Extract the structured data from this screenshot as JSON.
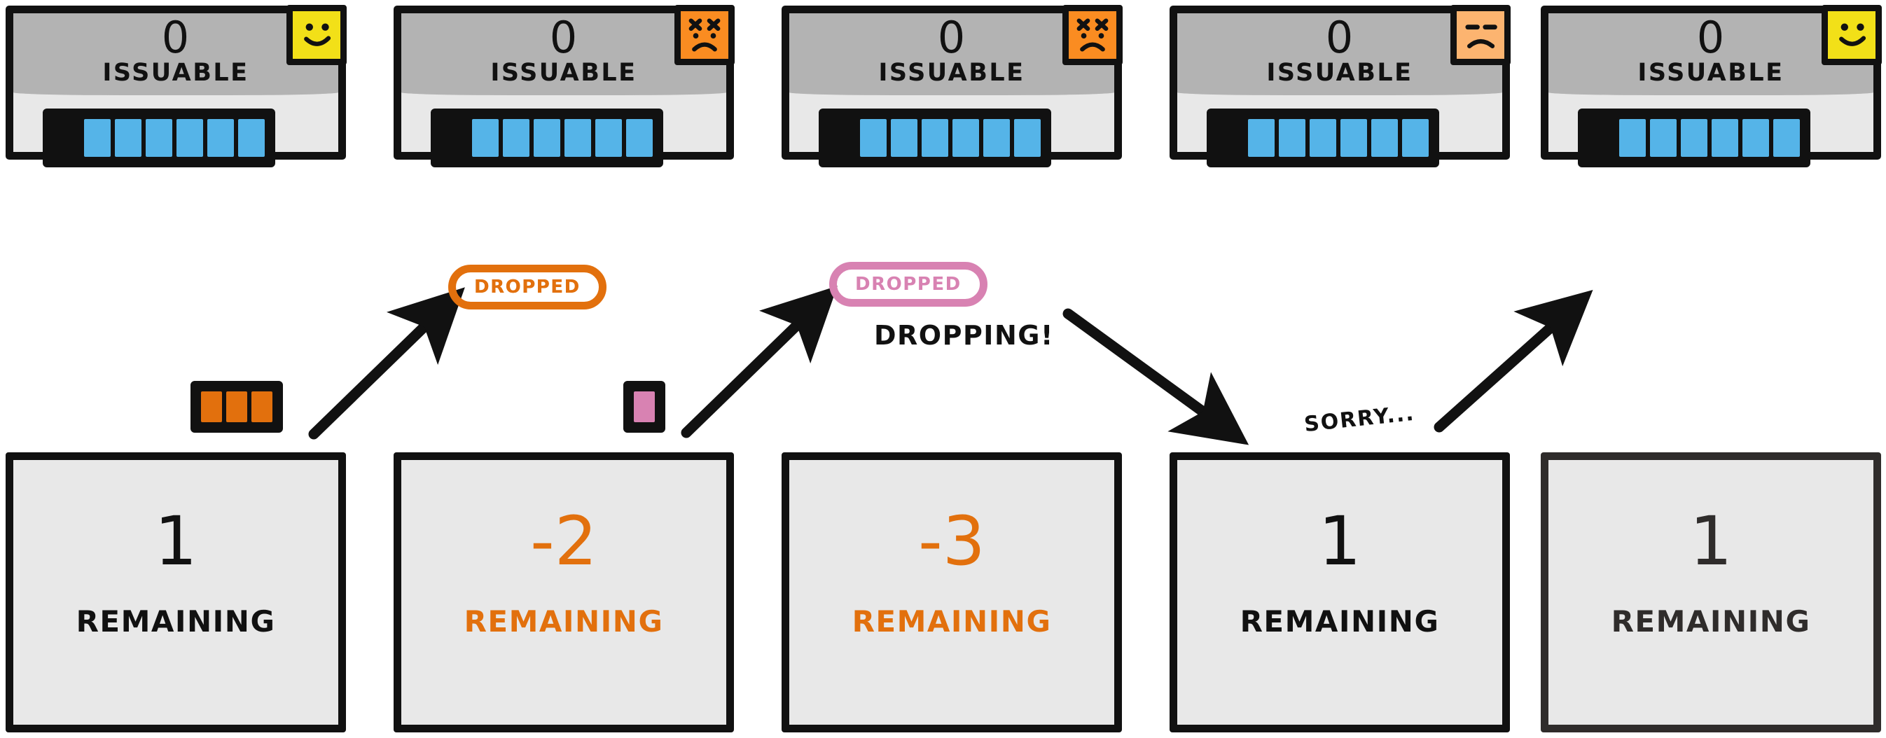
{
  "diagram": {
    "title": "Issuable / Remaining token dropping sequence",
    "colors": {
      "blue_token": "#55b4e8",
      "orange": "#e2700d",
      "pink": "#d882b2",
      "happy_badge": "#f2e018",
      "angry_badge": "#fa8c21",
      "neutral_badge": "#fcb470",
      "card_body": "#e8e8e8",
      "card_header": "#b3b3b3",
      "ink": "#111111"
    }
  },
  "top_cards": [
    {
      "count": "0",
      "label": "ISSUABLE",
      "mood": "happy-face-icon",
      "mood_color": "#f2e018",
      "slots": [
        "empty",
        "blue",
        "blue",
        "blue",
        "blue",
        "blue",
        "blue"
      ]
    },
    {
      "count": "0",
      "label": "ISSUABLE",
      "mood": "angry-x-eyes-face-icon",
      "mood_color": "#fa8c21",
      "slots": [
        "empty",
        "blue",
        "blue",
        "blue",
        "blue",
        "blue",
        "blue"
      ]
    },
    {
      "count": "0",
      "label": "ISSUABLE",
      "mood": "angry-x-eyes-face-icon",
      "mood_color": "#fa8c21",
      "slots": [
        "empty",
        "blue",
        "blue",
        "blue",
        "blue",
        "blue",
        "blue"
      ]
    },
    {
      "count": "0",
      "label": "ISSUABLE",
      "mood": "neutral-sad-face-icon",
      "mood_color": "#fcb470",
      "slots": [
        "empty",
        "blue",
        "blue",
        "blue",
        "blue",
        "blue",
        "blue"
      ]
    },
    {
      "count": "0",
      "label": "ISSUABLE",
      "mood": "happy-face-icon",
      "mood_color": "#f2e018",
      "slots": [
        "empty",
        "blue",
        "blue",
        "blue",
        "blue",
        "blue",
        "blue"
      ]
    }
  ],
  "bottom_cards": [
    {
      "number": "1",
      "label": "REMAINING",
      "state": "normal"
    },
    {
      "number": "-2",
      "label": "REMAINING",
      "state": "negative"
    },
    {
      "number": "-3",
      "label": "REMAINING",
      "state": "negative"
    },
    {
      "number": "1",
      "label": "REMAINING",
      "state": "normal"
    },
    {
      "number": "1",
      "label": "REMAINING",
      "state": "dim"
    }
  ],
  "badges": [
    {
      "text": "DROPPED",
      "color": "#e2700d"
    },
    {
      "text": "DROPPED",
      "color": "#d882b2"
    }
  ],
  "annotations": [
    {
      "text": "DROPPING!"
    },
    {
      "text": "SORRY..."
    }
  ],
  "token_groups": [
    {
      "color": "#e2700d",
      "count": 3
    },
    {
      "color": "#d882b2",
      "count": 1
    }
  ]
}
